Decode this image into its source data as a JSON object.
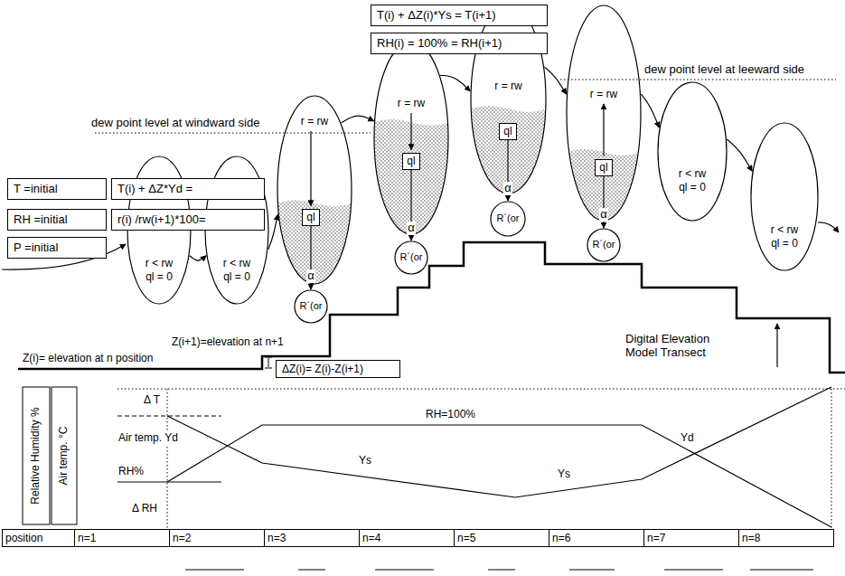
{
  "diagram": {
    "nodes": [
      {
        "text": [
          "T =initial"
        ]
      },
      {
        "text": [
          "RH =initial"
        ]
      },
      {
        "text": [
          "P =initial"
        ]
      },
      {
        "text": [
          "T(i) + ΔZ*Yd ="
        ]
      },
      {
        "text": [
          "r(i) /rw(i+1)*100="
        ]
      },
      {
        "text": [
          "r < rw",
          "ql = 0"
        ]
      },
      {
        "text": [
          "r < rw",
          "ql = 0"
        ]
      },
      {
        "text": [
          "r = rw"
        ]
      },
      {
        "text": [
          "ql"
        ],
        "in": 7
      },
      {
        "text": [
          "R´(or"
        ]
      },
      {
        "text": [
          "T(i) + ΔZ(i)*Ys = T(i+1)"
        ]
      },
      {
        "text": [
          "RH(i) = 100% = RH(i+1)"
        ]
      },
      {
        "text": [
          "r = rw"
        ]
      },
      {
        "text": [
          "ql"
        ],
        "in": 12
      },
      {
        "text": [
          "R´(or"
        ]
      },
      {
        "text": [
          "r = rw"
        ]
      },
      {
        "text": [
          "ql"
        ],
        "in": 15
      },
      {
        "text": [
          "R´(or"
        ]
      },
      {
        "text": [
          "r = rw"
        ]
      },
      {
        "text": [
          "ql"
        ],
        "in": 18
      },
      {
        "text": [
          "R´(or"
        ]
      },
      {
        "text": [
          "r < rw",
          "ql = 0"
        ]
      },
      {
        "text": [
          "r < rw",
          "ql = 0"
        ]
      },
      {
        "text": [
          "ΔZ(i)= Z(i)-Z(i+1)"
        ]
      }
    ],
    "edges": [
      {
        "from": 5,
        "to": 6,
        "arrow": "to"
      },
      {
        "from": 6,
        "to": 7,
        "arrow": "to"
      },
      {
        "from": 7,
        "to": 12,
        "arrow": "to"
      },
      {
        "from": 12,
        "to": 15,
        "arrow": "to"
      },
      {
        "from": 15,
        "to": 18,
        "arrow": "to"
      },
      {
        "from": 18,
        "to": 21,
        "arrow": "to"
      },
      {
        "from": 21,
        "to": 22,
        "arrow": "to"
      },
      {
        "from": 8,
        "to": 9,
        "arrow": "to"
      },
      {
        "from": 13,
        "to": 14,
        "arrow": "to"
      },
      {
        "from": 16,
        "to": 17,
        "arrow": "to"
      },
      {
        "from": 19,
        "to": 20,
        "arrow": "to"
      }
    ],
    "labels": [
      "dew point level at windward side",
      "dew point level at leeward side",
      "α",
      "α",
      "α",
      "α",
      "Z(i+1)=elevation at n+1",
      "Z(i)= elevation at n position",
      "Digital Elevation Model Transect",
      "Relative Humidity %",
      "Air temp. °C",
      "Δ T",
      "Air temp. Yd",
      "RH%",
      "Δ RH",
      "RH=100%",
      "Ys",
      "Ys",
      "Yd",
      "position",
      "n=1",
      "n=2",
      "n=3",
      "n=4",
      "n=5",
      "n=6",
      "n=7",
      "n=8"
    ]
  }
}
